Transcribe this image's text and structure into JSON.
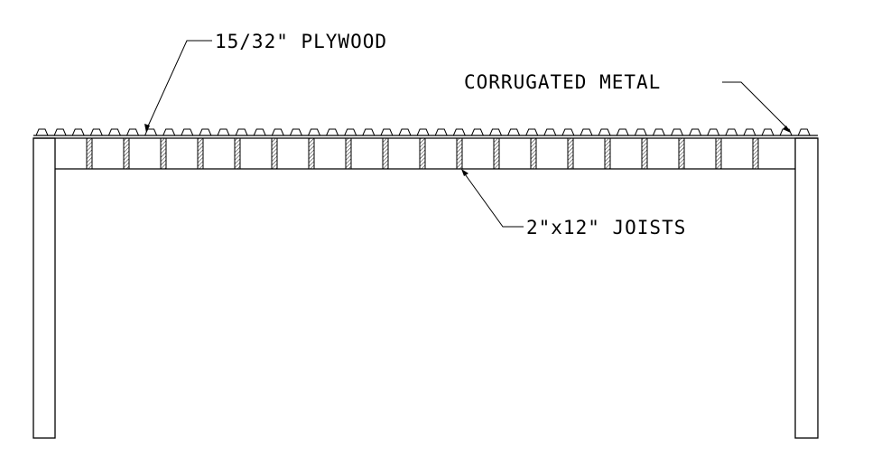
{
  "labels": {
    "plywood": "15/32\" PLYWOOD",
    "metal": "CORRUGATED METAL",
    "joists": "2\"x12\" JOISTS"
  },
  "structure": {
    "joist_count": 19
  },
  "colors": {
    "stroke": "#000000",
    "background": "#ffffff"
  }
}
